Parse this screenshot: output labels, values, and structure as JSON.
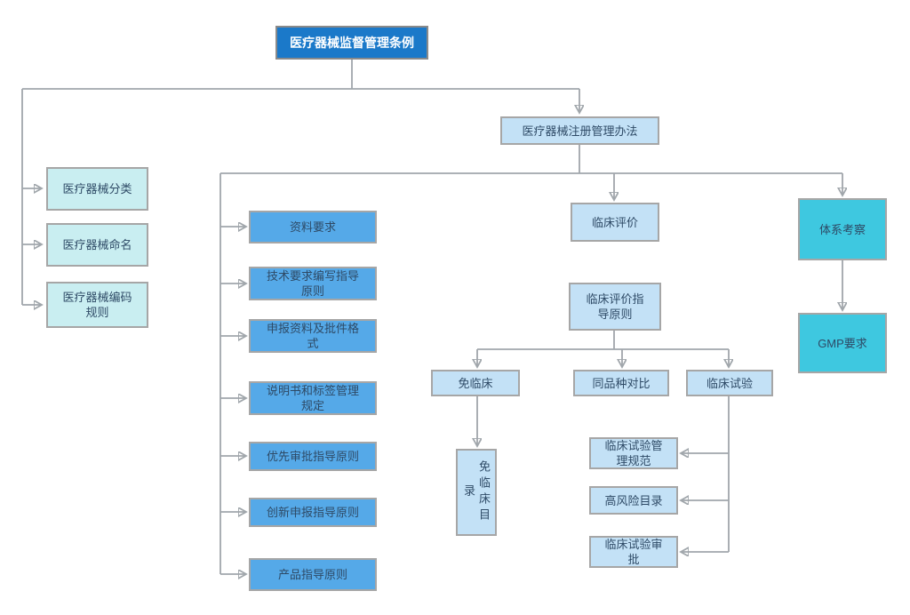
{
  "nodes": {
    "root": "医疗器械监督管理条例",
    "registration": "医疗器械注册管理办法",
    "classification": "医疗器械分类",
    "naming": "医疗器械命名",
    "coding": "医疗器械编码规则",
    "data_requirements": "资料要求",
    "tech_guideline": "技术要求编写指导原则",
    "filing_format": "申报资料及批件格式",
    "label_rules": "说明书和标签管理规定",
    "priority_review": "优先审批指导原则",
    "innovation": "创新申报指导原则",
    "product_guideline": "产品指导原则",
    "clinical_eval": "临床评价",
    "clinical_eval_guideline": "临床评价指导原则",
    "exempt": "免临床",
    "same_kind": "同品种对比",
    "clinical_trial": "临床试验",
    "exempt_catalog": "免临床目录",
    "trial_gcp": "临床试验管理规范",
    "high_risk": "高风险目录",
    "trial_approval": "临床试验审批",
    "system_inspection": "体系考察",
    "gmp": "GMP要求"
  },
  "edges": [
    {
      "from": "root",
      "to": "classification"
    },
    {
      "from": "root",
      "to": "naming"
    },
    {
      "from": "root",
      "to": "coding"
    },
    {
      "from": "root",
      "to": "registration"
    },
    {
      "from": "registration",
      "to": "data_requirements"
    },
    {
      "from": "registration",
      "to": "tech_guideline"
    },
    {
      "from": "registration",
      "to": "filing_format"
    },
    {
      "from": "registration",
      "to": "label_rules"
    },
    {
      "from": "registration",
      "to": "priority_review"
    },
    {
      "from": "registration",
      "to": "innovation"
    },
    {
      "from": "registration",
      "to": "product_guideline"
    },
    {
      "from": "registration",
      "to": "clinical_eval"
    },
    {
      "from": "registration",
      "to": "system_inspection"
    },
    {
      "from": "clinical_eval_guideline",
      "to": "exempt"
    },
    {
      "from": "clinical_eval_guideline",
      "to": "same_kind"
    },
    {
      "from": "clinical_eval_guideline",
      "to": "clinical_trial"
    },
    {
      "from": "exempt",
      "to": "exempt_catalog"
    },
    {
      "from": "clinical_trial",
      "to": "trial_gcp"
    },
    {
      "from": "clinical_trial",
      "to": "high_risk"
    },
    {
      "from": "clinical_trial",
      "to": "trial_approval"
    },
    {
      "from": "system_inspection",
      "to": "gmp"
    }
  ],
  "colors": {
    "root_fill": "#1b79c9",
    "root_text": "#ffffff",
    "light_blue_fill": "#c3e1f6",
    "medium_blue_fill": "#55a9e8",
    "pale_cyan_fill": "#c9eef1",
    "cyan_fill": "#3ec8e0",
    "node_text": "#2e4a66",
    "border": "#a6a6a6",
    "connector": "#a0a6ab"
  }
}
